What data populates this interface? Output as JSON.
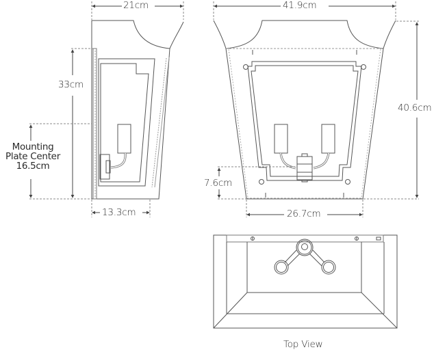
{
  "drawing": {
    "type": "technical dimension drawing of a wall lantern sconce",
    "side_view": {
      "width_label": "21cm",
      "backplate_height_label": "33cm",
      "mounting_label_line1": "Mounting",
      "mounting_label_line2": "Plate Center",
      "mounting_label_line3": "16.5cm",
      "depth_bottom_label": "13.3cm"
    },
    "front_view": {
      "top_width_label": "41.9cm",
      "height_label": "40.6cm",
      "bottom_offset_label": "7.6cm",
      "bottom_width_label": "26.7cm"
    },
    "top_view": {
      "caption": "Top View"
    },
    "colors": {
      "line": "#555555",
      "dim_line": "#444444",
      "dashed": "#888888",
      "text": "#2a2a2a",
      "background": "#ffffff"
    }
  }
}
